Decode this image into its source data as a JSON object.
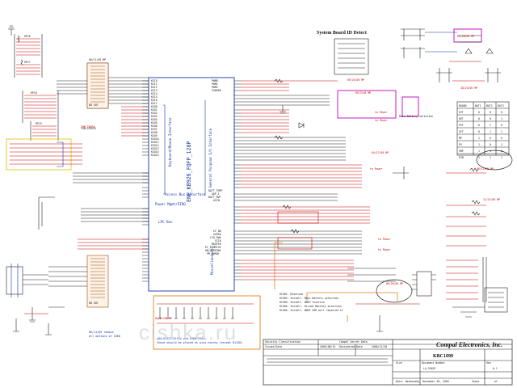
{
  "sheet": {
    "ec_chip": "ENE_KB926_FQFP_128P",
    "ec_sections": {
      "keyboard": "Keyboard/Mouse Interface",
      "gpio": "General Purpose I/O Interface",
      "access_bus": "Access Bus Interface",
      "power": "Power Mgmt/SIRQ",
      "lpc": "LPC Bus",
      "misc": "Miscellaneous"
    },
    "sysboard_id": "System Board ID Detect",
    "kbc_label": "KBC",
    "power_tags": [
      "to Power",
      "to Power",
      "to Power",
      "to Power",
      "to Power"
    ],
    "main_battery_selection": "Main Battery selection",
    "ec_signals_left": [
      "KSI0",
      "KSI1",
      "KSI2",
      "KSI3",
      "KSI4",
      "KSI5",
      "KSI6",
      "KSI7",
      "KSO0",
      "KSO1",
      "KSO2",
      "KSO3",
      "KSO4",
      "KSO5",
      "KSO6",
      "KSO7",
      "KSO8",
      "KSO9",
      "KSO10",
      "KSO11",
      "KSO12",
      "KSO13",
      "KSO14",
      "KSO15"
    ],
    "ec_signals_right": [
      "PWM0",
      "PWM1",
      "PWM2",
      "FANFB0",
      "BATT_TEMP",
      "ADP_I",
      "BATT_OVP",
      "ACIN",
      "EC_ON",
      "SUSP#",
      "LID_SW#",
      "SCI#",
      "BKOFF#",
      "EC_RSMRST#",
      "ON/OFFBTN#",
      "PM_PWROK"
    ],
    "note_lines": [
      "R1501: Reserved",
      "R1502: Install: Main battery selection",
      "R1503: Install: 8NSP function",
      "R1504: Install: Dirved Battery selection",
      "R1505: Install: 8NSP CHR will reqiured it"
    ],
    "bottom_note": [
      "add R1123 R1124 and C960~C964,",
      "these should be placed at pins nearby (except R1138)"
    ],
    "left_note": [
      "06/11/05 remove",
      "all options of 1066"
    ],
    "watermark": "cishka.ru",
    "title_block": {
      "security": "Security Classification",
      "compal_secret": "Compal Secret Data",
      "issued": "Issued Date",
      "issued_val": "2005/08/15",
      "deciphered": "Deciphered Date",
      "deciphered_val": "2006/12/30",
      "company": "Compal Electronics, Inc.",
      "doc_title": "KBC1098",
      "size": "Size",
      "doc_number": "Document Number",
      "rev": "Rev",
      "doc_val": "LA-2962P",
      "rev_val": "0.1",
      "date_label": "Date:",
      "date_val": "Wednesday, December 28, 2005",
      "sheet_label": "Sheet",
      "sheet_val": "of"
    },
    "id_table": {
      "headers": [
        "BOARD",
        "BAT1",
        "BAT2",
        "BAT3"
      ],
      "rows": [
        [
          "EVT",
          "0",
          "0",
          "0"
        ],
        [
          "DVT",
          "0",
          "0",
          "1"
        ],
        [
          "PVT",
          "0",
          "1",
          "0"
        ],
        [
          "SIT",
          "0",
          "1",
          "1"
        ],
        [
          "MP",
          "1",
          "0",
          "0"
        ],
        [
          "PV",
          "1",
          "0",
          "1"
        ],
        [
          "SMP",
          "1",
          "1",
          "0"
        ],
        [
          "EVB",
          "1",
          "1",
          "1"
        ]
      ]
    },
    "revision_tags": [
      "08/11/05 MP",
      "09/24/05 MP",
      "09/3/05 MP",
      "04/17/05 MP",
      "06/26/05 MP",
      "11/10/05 MP",
      "10/24/05 MP",
      "08/11/05 MP",
      "12/21/05 MP"
    ],
    "accent_colors": {
      "red": "#cc0000",
      "blue": "#1133aa",
      "magenta": "#c000c0",
      "orange": "#e08020"
    }
  }
}
